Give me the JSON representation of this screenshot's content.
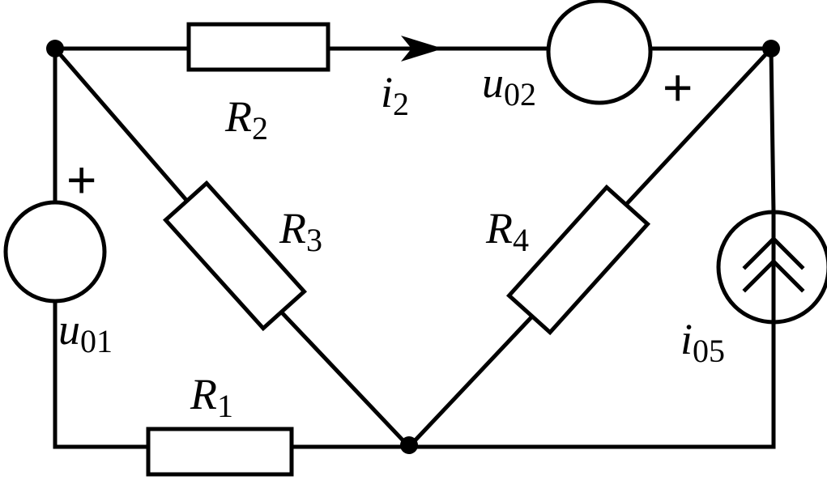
{
  "components": {
    "R1": {
      "symbol": "R",
      "subscript": "1"
    },
    "R2": {
      "symbol": "R",
      "subscript": "2"
    },
    "R3": {
      "symbol": "R",
      "subscript": "3"
    },
    "R4": {
      "symbol": "R",
      "subscript": "4"
    },
    "u01": {
      "symbol": "u",
      "subscript": "01",
      "polarity": "+"
    },
    "u02": {
      "symbol": "u",
      "subscript": "02",
      "polarity": "+"
    },
    "i05": {
      "symbol": "i",
      "subscript": "05"
    },
    "i2": {
      "symbol": "i",
      "subscript": "2"
    }
  }
}
